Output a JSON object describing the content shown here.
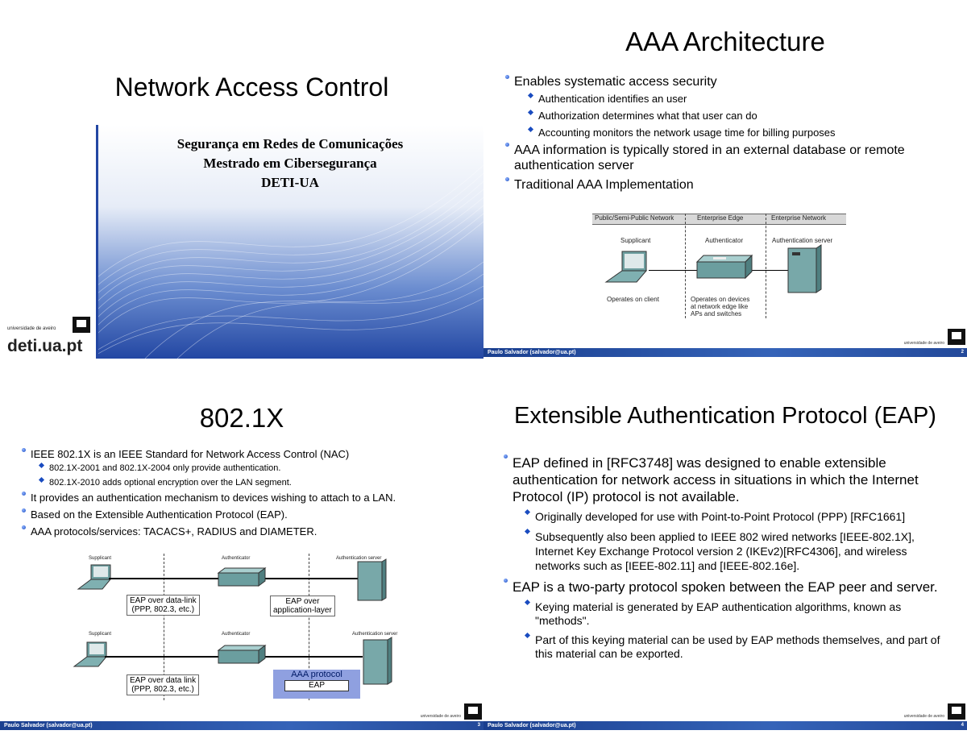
{
  "slide1": {
    "title": "Network Access Control",
    "line1": "Segurança em Redes de Comunicações",
    "line2": "Mestrado em Cibersegurança",
    "line3": "DETI-UA",
    "logo_small": "universidade de aveiro",
    "logo_big": "deti.ua.pt"
  },
  "slide2": {
    "title": "AAA Architecture",
    "bullets": [
      "Enables systematic access security",
      "Authentication identifies an user",
      "Authorization determines what that user can do",
      "Accounting monitors the network usage time for billing purposes",
      "AAA information is typically stored in an external database or remote authentication server",
      "Traditional AAA Implementation"
    ],
    "figure": {
      "col1": "Public/Semi-Public Network",
      "col2": "Enterprise Edge",
      "col3": "Enterprise Network",
      "supplicant": "Supplicant",
      "authenticator": "Authenticator",
      "auth_server": "Authentication server",
      "note_client": "Operates on client",
      "note_devices": "Operates on devices at network edge like APs and switches"
    },
    "footer": "Paulo Salvador (salvador@ua.pt)",
    "page": "2",
    "ua": "universidade de aveiro"
  },
  "slide3": {
    "title": "802.1X",
    "bullets": [
      "IEEE 802.1X is an IEEE Standard for Network Access Control (NAC)",
      "802.1X-2001 and 802.1X-2004 only provide authentication.",
      "802.1X-2010 adds optional encryption over the LAN segment.",
      "It provides an authentication mechanism to devices wishing to attach to a LAN.",
      "Based on the Extensible Authentication Protocol (EAP).",
      "AAA protocols/services: TACACS+, RADIUS and DIAMETER."
    ],
    "figure": {
      "supplicant": "Supplicant",
      "authenticator": "Authenticator",
      "auth_server": "Authentication server",
      "eap_link1": "EAP over data-link",
      "eap_link1b": "(PPP, 802.3, etc.)",
      "eap_app1": "EAP over",
      "eap_app1b": "application-layer",
      "eap_link2": "EAP over data link",
      "eap_link2b": "(PPP, 802.3, etc.)",
      "aaa_proto": "AAA protocol",
      "eap": "EAP"
    },
    "footer": "Paulo Salvador (salvador@ua.pt)",
    "page": "3",
    "ua": "universidade de aveiro"
  },
  "slide4": {
    "title": "Extensible Authentication Protocol (EAP)",
    "b1": "EAP defined in [RFC3748] was designed to enable extensible authentication for network access in situations in which the Internet Protocol (IP) protocol is not available.",
    "b1a": "Originally developed for use with Point-to-Point Protocol (PPP) [RFC1661]",
    "b1b": "Subsequently also been applied to IEEE 802 wired networks [IEEE-802.1X], Internet Key Exchange Protocol version 2 (IKEv2)[RFC4306], and wireless networks such as [IEEE-802.11] and [IEEE-802.16e].",
    "b2": "EAP is a two-party protocol spoken between the EAP peer and server.",
    "b2a": "Keying material is generated by EAP authentication algorithms, known as \"methods\".",
    "b2b": "Part of this keying material can be used by EAP methods themselves, and part of this material can be exported.",
    "footer": "Paulo Salvador (salvador@ua.pt)",
    "page": "4",
    "ua": "universidade de aveiro"
  }
}
